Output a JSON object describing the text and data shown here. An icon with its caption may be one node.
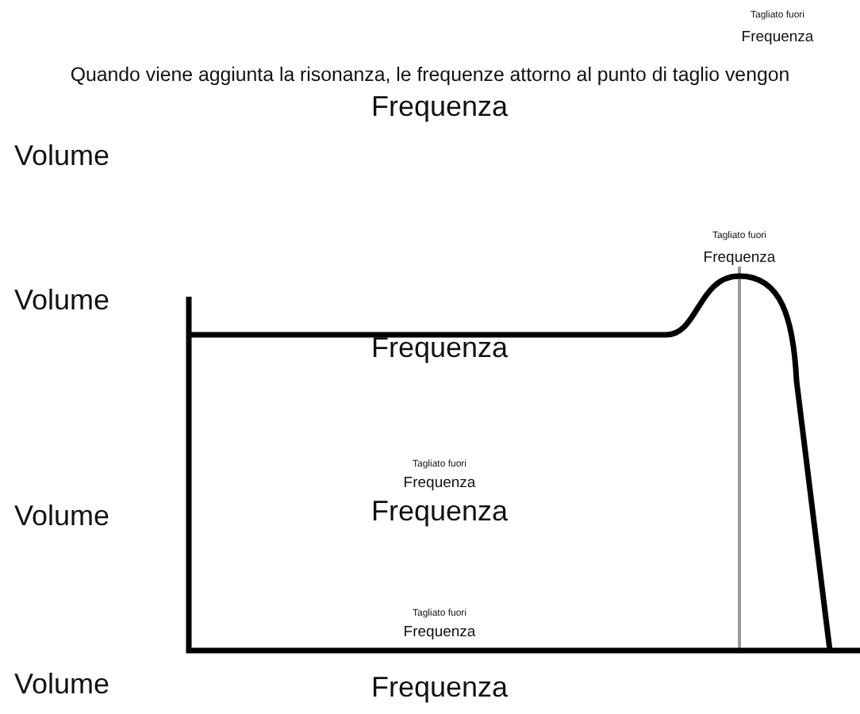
{
  "diagram": {
    "labels": [
      "Tagliato fuori",
      "Frequenza",
      "Quando viene aggiunta la risonanza, le frequenze attorno al punto di taglio vengon",
      "Frequenza",
      "Volume",
      "Tagliato fuori",
      "Frequenza",
      "Volume",
      "Frequenza",
      "Tagliato fuori",
      "Frequenza",
      "Volume",
      "Frequenza",
      "Tagliato fuori",
      "Frequenza",
      "Volume",
      "Frequenza"
    ]
  }
}
